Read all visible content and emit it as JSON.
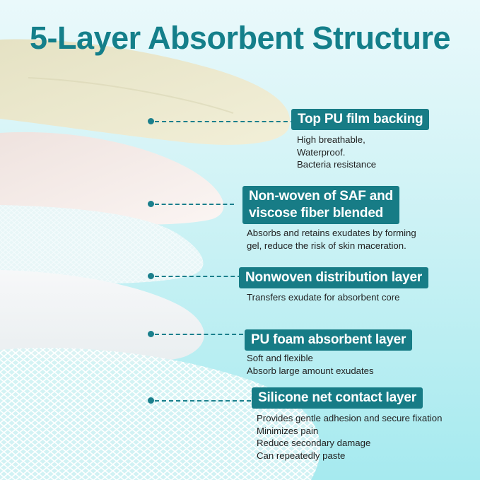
{
  "title": "5-Layer Absorbent Structure",
  "layers": [
    {
      "name": "Top PU film backing",
      "description": [
        "High breathable,",
        "Waterproof.",
        "Bacteria resistance"
      ]
    },
    {
      "name_lines": [
        "Non-woven of SAF and",
        "viscose fiber blended"
      ],
      "description": [
        "Absorbs and retains exudates by forming",
        "gel, reduce the risk of skin maceration."
      ]
    },
    {
      "name": "Nonwoven distribution layer",
      "description": [
        "Transfers exudate for absorbent core"
      ]
    },
    {
      "name": "PU foam absorbent layer",
      "description": [
        "Soft and flexible",
        "Absorb large amount exudates"
      ]
    },
    {
      "name": "Silicone net contact layer",
      "description": [
        "Provides gentle adhesion and secure fixation",
        "Minimizes pain",
        "Reduce secondary damage",
        "Can repeatedly paste"
      ]
    }
  ],
  "colors": {
    "accent": "#177c86",
    "title": "#147f8a",
    "background": "#cdf2f5"
  }
}
